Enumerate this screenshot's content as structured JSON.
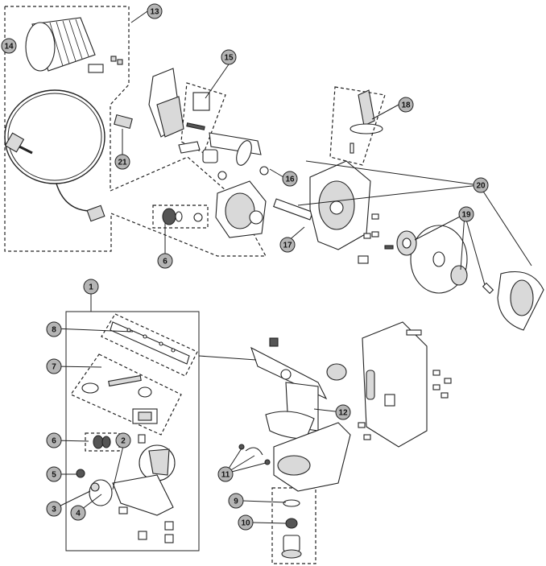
{
  "callouts": [
    {
      "id": "c13",
      "label": "13"
    },
    {
      "id": "c14",
      "label": "14"
    },
    {
      "id": "c15",
      "label": "15"
    },
    {
      "id": "c18",
      "label": "18"
    },
    {
      "id": "c21",
      "label": "21"
    },
    {
      "id": "c16",
      "label": "16"
    },
    {
      "id": "c20",
      "label": "20"
    },
    {
      "id": "c19",
      "label": "19"
    },
    {
      "id": "c6a",
      "label": "6"
    },
    {
      "id": "c17",
      "label": "17"
    },
    {
      "id": "c1",
      "label": "1"
    },
    {
      "id": "c8",
      "label": "8"
    },
    {
      "id": "c7",
      "label": "7"
    },
    {
      "id": "c12",
      "label": "12"
    },
    {
      "id": "c6b",
      "label": "6"
    },
    {
      "id": "c2",
      "label": "2"
    },
    {
      "id": "c5",
      "label": "5"
    },
    {
      "id": "c3",
      "label": "3"
    },
    {
      "id": "c4",
      "label": "4"
    },
    {
      "id": "c11",
      "label": "11"
    },
    {
      "id": "c9",
      "label": "9"
    },
    {
      "id": "c10",
      "label": "10"
    }
  ],
  "colors": {
    "line": "#222222",
    "badge": "#b5b5b5",
    "badge_text": "#111111",
    "fill_gray": "#d9d9d9"
  }
}
